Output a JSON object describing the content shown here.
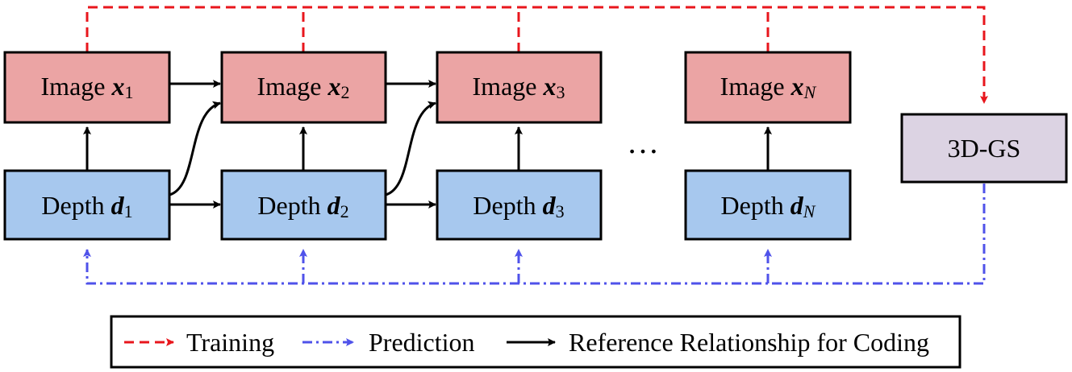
{
  "images": [
    {
      "prefix": "Image ",
      "var": "x",
      "sub": "1"
    },
    {
      "prefix": "Image ",
      "var": "x",
      "sub": "2"
    },
    {
      "prefix": "Image ",
      "var": "x",
      "sub": "3"
    },
    {
      "prefix": "Image ",
      "var": "x",
      "sub": "N"
    }
  ],
  "depths": [
    {
      "prefix": "Depth ",
      "var": "d",
      "sub": "1"
    },
    {
      "prefix": "Depth ",
      "var": "d",
      "sub": "2"
    },
    {
      "prefix": "Depth ",
      "var": "d",
      "sub": "3"
    },
    {
      "prefix": "Depth ",
      "var": "d",
      "sub": "N"
    }
  ],
  "gs_label": "3D-GS",
  "ellipsis": "…",
  "legend": {
    "training": "Training",
    "prediction": "Prediction",
    "reference": "Reference Relationship for Coding"
  },
  "colors": {
    "image_fill": "#eba4a4",
    "depth_fill": "#a7c8ee",
    "gs_fill": "#dcd3e3",
    "training": "#e8161c",
    "prediction": "#4f52ea",
    "reference": "#000000"
  }
}
